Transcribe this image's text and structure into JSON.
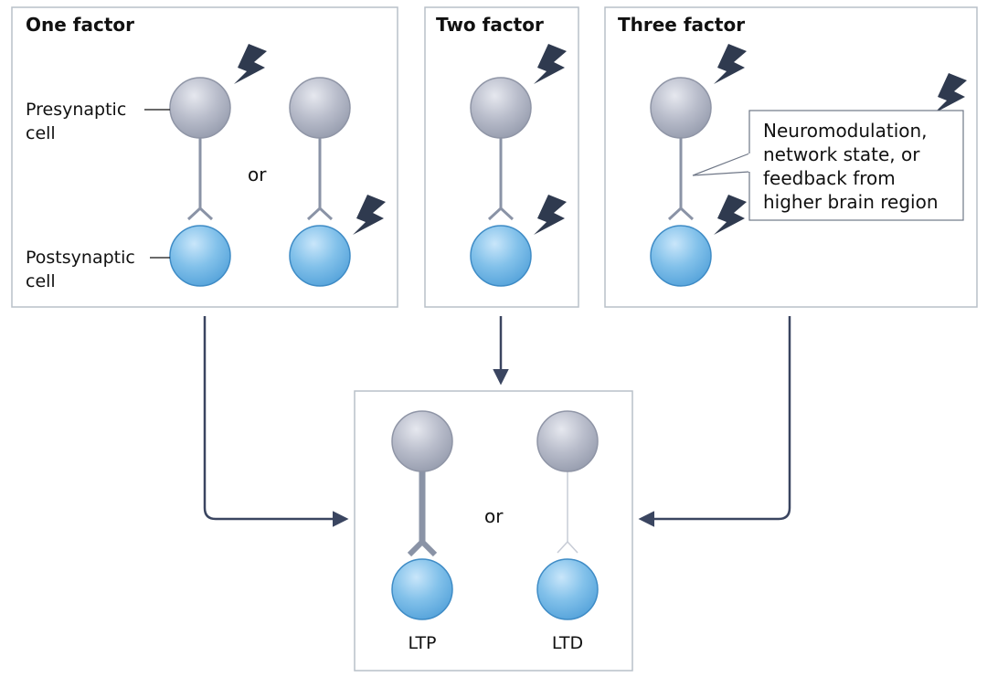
{
  "panels": {
    "one": {
      "title": "One factor"
    },
    "two": {
      "title": "Two factor"
    },
    "three": {
      "title": "Three factor"
    }
  },
  "labels": {
    "presynaptic_line1": "Presynaptic",
    "presynaptic_line2": "cell",
    "postsynaptic_line1": "Postsynaptic",
    "postsynaptic_line2": "cell",
    "or_top": "or",
    "or_bottom": "or"
  },
  "callout": {
    "lines": [
      "Neuromodulation,",
      "network state, or",
      "feedback from",
      "higher brain region"
    ]
  },
  "outcomes": {
    "ltp": "LTP",
    "ltd": "LTD"
  },
  "colors": {
    "pre_cell": "#b8bdcc",
    "post_cell": "#7fbde6",
    "stalk": "#8a93a6",
    "bolt": "#2f3a4f",
    "arrow": "#3a4560",
    "panel_border": "#b9c0c8"
  }
}
